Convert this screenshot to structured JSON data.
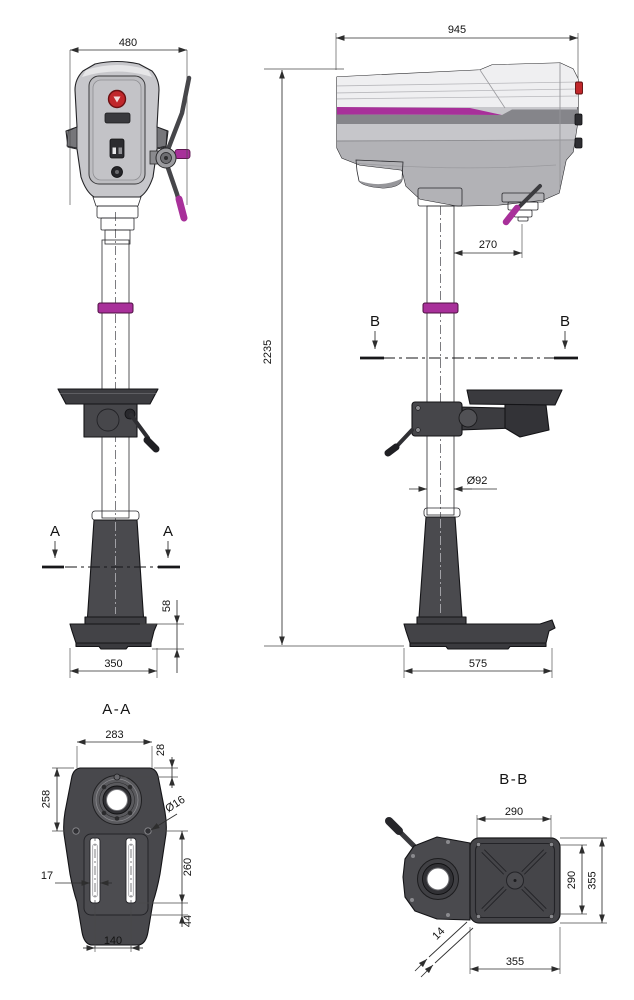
{
  "views": {
    "front": {
      "section_marker": "A",
      "dim_overall_width": "480",
      "dim_base_height": "58",
      "dim_base_width": "350"
    },
    "side": {
      "section_marker": "B",
      "dim_overall_depth": "945",
      "dim_throat_depth": "270",
      "dim_overall_height": "2235",
      "dim_column_diameter": "Ø92",
      "dim_base_depth": "575"
    },
    "section_a": {
      "title": "A-A",
      "dim_base_top_width": "283",
      "dim_hole_offset": "28",
      "dim_upper_height": "258",
      "dim_hole_diameter": "Ø16",
      "dim_slot_width": "17",
      "dim_slot_length": "260",
      "dim_slot_end_offset": "44",
      "dim_slot_spacing": "140"
    },
    "section_b": {
      "title": "B-B",
      "dim_table_width": "290",
      "dim_table_depth": "290",
      "dim_table_outer_depth": "355",
      "dim_table_outer_width": "355",
      "dim_edge_chamfer": "14"
    }
  },
  "colors": {
    "accent_magenta": "#a8309a",
    "emergency_stop_red": "#c1272b",
    "machine_light": "#c8c8cc",
    "machine_dark": "#46464a",
    "dimension_line": "#2e2e2e"
  }
}
